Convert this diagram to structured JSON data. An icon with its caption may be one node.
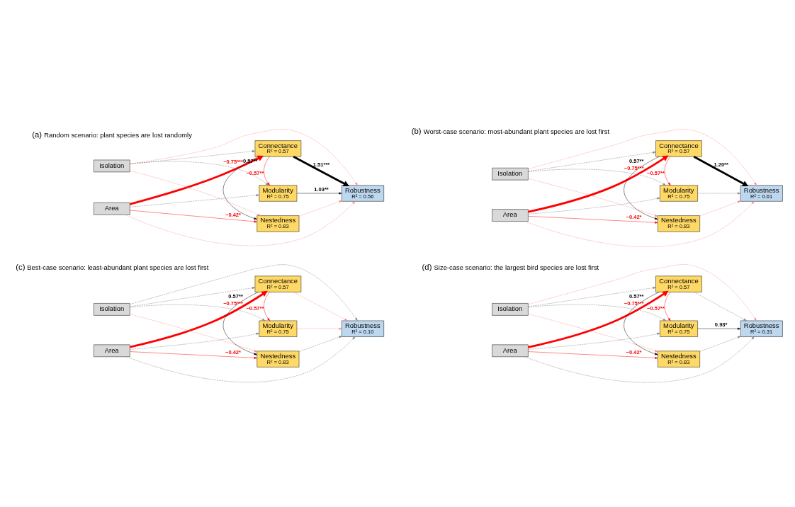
{
  "diagram": {
    "nodes": [
      {
        "text": [
          "Area"
        ]
      },
      {
        "text": [
          "Isolation"
        ]
      },
      {
        "text": [
          "Modularity",
          "R² = 0.75"
        ]
      },
      {
        "text": [
          "Connectance",
          "R² = 0.57"
        ]
      },
      {
        "text": [
          "Nestedness",
          "R² = 0.83"
        ]
      },
      {
        "text": [
          "Robustness",
          "R² = 0.56"
        ]
      },
      {
        "text": [
          "Area"
        ]
      },
      {
        "text": [
          "Isolation"
        ]
      },
      {
        "text": [
          "Modularity",
          "R² = 0.75"
        ]
      },
      {
        "text": [
          "Connectance",
          "R² = 0.57"
        ]
      },
      {
        "text": [
          "Nestedness",
          "R² = 0.83"
        ]
      },
      {
        "text": [
          "Robustness",
          "R² = 0.61"
        ]
      },
      {
        "text": [
          "Area"
        ]
      },
      {
        "text": [
          "Isolation"
        ]
      },
      {
        "text": [
          "Modularity",
          "R² = 0.75"
        ]
      },
      {
        "text": [
          "Connectance",
          "R² = 0.57"
        ]
      },
      {
        "text": [
          "Nestedness",
          "R² = 0.83"
        ]
      },
      {
        "text": [
          "Robustness",
          "R² = 0.10"
        ]
      },
      {
        "text": [
          "Area"
        ]
      },
      {
        "text": [
          "Isolation"
        ]
      },
      {
        "text": [
          "Modularity",
          "R² = 0.75"
        ]
      },
      {
        "text": [
          "Connectance",
          "R² = 0.57"
        ]
      },
      {
        "text": [
          "Nestedness",
          "R² = 0.83"
        ]
      },
      {
        "text": [
          "Robustness",
          "R² = 0.31"
        ]
      }
    ],
    "edges": [
      {
        "from": 0,
        "to": 2,
        "arrow": "to",
        "style": "dashed"
      },
      {
        "from": 0,
        "to": 3,
        "arrow": "to",
        "style": "thick",
        "color": "#ff0000",
        "label": "−0.75***"
      },
      {
        "from": 0,
        "to": 4,
        "arrow": "to",
        "color": "#ff0000",
        "label": "−0.42*"
      },
      {
        "from": 0,
        "to": 5,
        "arrow": "to",
        "style": "dashed",
        "color": "#ff8080"
      },
      {
        "from": 1,
        "to": 2,
        "arrow": "to",
        "style": "dashed"
      },
      {
        "from": 1,
        "to": 3,
        "arrow": "to",
        "style": "dashed"
      },
      {
        "from": 1,
        "to": 4,
        "arrow": "to",
        "style": "dashed",
        "color": "#ff8080"
      },
      {
        "from": 1,
        "to": 5,
        "arrow": "to",
        "style": "dashed",
        "color": "#ff8080"
      },
      {
        "from": 3,
        "to": 2,
        "arrow": "to",
        "color": "#ff0000",
        "label": "−0.57**"
      },
      {
        "from": 3,
        "to": 4,
        "arrow": "to",
        "color": "#000000",
        "label": "0.57**"
      },
      {
        "from": 2,
        "to": 5,
        "arrow": "to",
        "color": "#000000",
        "label": "1.03**"
      },
      {
        "from": 3,
        "to": 5,
        "arrow": "to",
        "style": "thick",
        "color": "#000000",
        "label": "1.51***"
      },
      {
        "from": 4,
        "to": 5,
        "arrow": "to",
        "style": "dashed",
        "color": "#ff8080"
      },
      {
        "from": 6,
        "to": 8,
        "arrow": "to",
        "style": "dashed"
      },
      {
        "from": 6,
        "to": 9,
        "arrow": "to",
        "style": "thick",
        "color": "#ff0000",
        "label": "−0.75***"
      },
      {
        "from": 6,
        "to": 10,
        "arrow": "to",
        "color": "#ff0000",
        "label": "−0.42*"
      },
      {
        "from": 6,
        "to": 11,
        "arrow": "to",
        "style": "dashed",
        "color": "#ff8080"
      },
      {
        "from": 7,
        "to": 8,
        "arrow": "to",
        "style": "dashed"
      },
      {
        "from": 7,
        "to": 9,
        "arrow": "to",
        "style": "dashed"
      },
      {
        "from": 7,
        "to": 10,
        "arrow": "to",
        "style": "dashed",
        "color": "#ff8080"
      },
      {
        "from": 7,
        "to": 11,
        "arrow": "to",
        "style": "dashed",
        "color": "#ff8080"
      },
      {
        "from": 9,
        "to": 8,
        "arrow": "to",
        "color": "#ff0000",
        "label": "−0.57**"
      },
      {
        "from": 9,
        "to": 10,
        "arrow": "to",
        "color": "#000000",
        "label": "0.57**"
      },
      {
        "from": 8,
        "to": 11,
        "arrow": "to",
        "style": "dashed"
      },
      {
        "from": 9,
        "to": 11,
        "arrow": "to",
        "style": "thick",
        "color": "#000000",
        "label": "1.20**"
      },
      {
        "from": 10,
        "to": 11,
        "arrow": "to",
        "style": "dashed",
        "color": "#ff8080"
      },
      {
        "from": 12,
        "to": 14,
        "arrow": "to",
        "style": "dashed"
      },
      {
        "from": 12,
        "to": 15,
        "arrow": "to",
        "style": "thick",
        "color": "#ff0000",
        "label": "−0.75***"
      },
      {
        "from": 12,
        "to": 16,
        "arrow": "to",
        "color": "#ff0000",
        "label": "−0.42*"
      },
      {
        "from": 12,
        "to": 17,
        "arrow": "to",
        "style": "dashed"
      },
      {
        "from": 13,
        "to": 14,
        "arrow": "to",
        "style": "dashed"
      },
      {
        "from": 13,
        "to": 15,
        "arrow": "to",
        "style": "dashed"
      },
      {
        "from": 13,
        "to": 16,
        "arrow": "to",
        "style": "dashed",
        "color": "#ff8080"
      },
      {
        "from": 13,
        "to": 17,
        "arrow": "to",
        "style": "dashed"
      },
      {
        "from": 15,
        "to": 14,
        "arrow": "to",
        "color": "#ff0000",
        "label": "−0.57**"
      },
      {
        "from": 15,
        "to": 16,
        "arrow": "to",
        "color": "#000000",
        "label": "0.57**"
      },
      {
        "from": 14,
        "to": 17,
        "arrow": "to",
        "style": "dashed",
        "color": "#ff8080"
      },
      {
        "from": 15,
        "to": 17,
        "arrow": "to",
        "style": "dashed",
        "color": "#ff8080"
      },
      {
        "from": 16,
        "to": 17,
        "arrow": "to",
        "style": "dashed"
      },
      {
        "from": 18,
        "to": 20,
        "arrow": "to",
        "style": "dashed"
      },
      {
        "from": 18,
        "to": 21,
        "arrow": "to",
        "style": "thick",
        "color": "#ff0000",
        "label": "−0.75***"
      },
      {
        "from": 18,
        "to": 22,
        "arrow": "to",
        "color": "#ff0000",
        "label": "−0.42*"
      },
      {
        "from": 18,
        "to": 23,
        "arrow": "to",
        "style": "dashed"
      },
      {
        "from": 19,
        "to": 20,
        "arrow": "to",
        "style": "dashed"
      },
      {
        "from": 19,
        "to": 21,
        "arrow": "to",
        "style": "dashed"
      },
      {
        "from": 19,
        "to": 22,
        "arrow": "to",
        "style": "dashed",
        "color": "#ff8080"
      },
      {
        "from": 19,
        "to": 23,
        "arrow": "to",
        "style": "dashed",
        "color": "#ff8080"
      },
      {
        "from": 21,
        "to": 20,
        "arrow": "to",
        "color": "#ff0000",
        "label": "−0.57**"
      },
      {
        "from": 21,
        "to": 22,
        "arrow": "to",
        "color": "#000000",
        "label": "0.57**"
      },
      {
        "from": 20,
        "to": 23,
        "arrow": "to",
        "color": "#000000",
        "label": "0.93*"
      },
      {
        "from": 21,
        "to": 23,
        "arrow": "to",
        "style": "dashed"
      },
      {
        "from": 22,
        "to": 23,
        "arrow": "to",
        "style": "dashed"
      }
    ],
    "labels": [
      "(a)",
      "Random scenario: plant species are lost randomly",
      "(b)",
      "Worst-case scenario: most-abundant plant species are lost first",
      "(c)",
      "Best-case scenario: least-abundant plant species are lost first",
      "(d)",
      "Size-case scenario: the largest bird species are lost first"
    ]
  }
}
